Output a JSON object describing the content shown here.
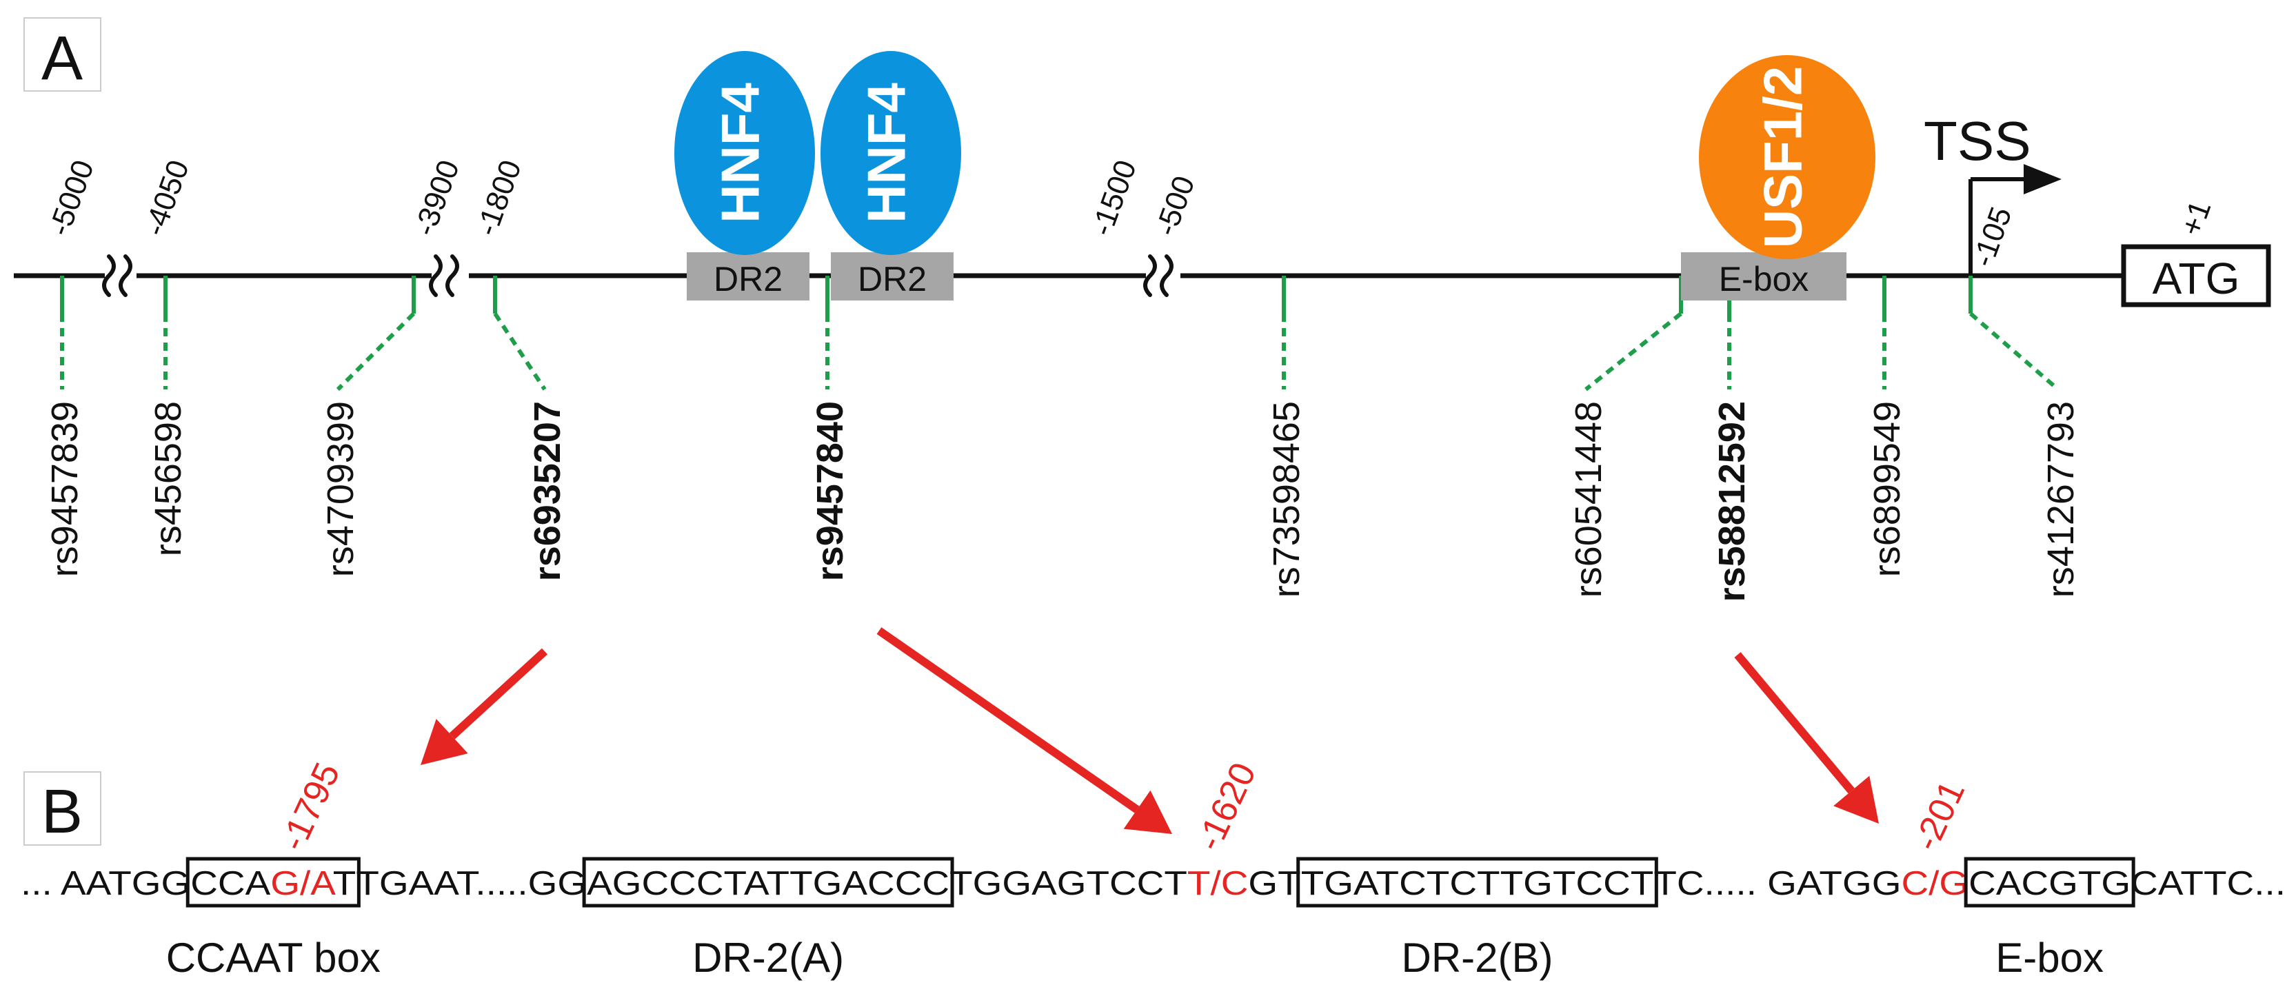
{
  "panels": {
    "a_label": "A",
    "b_label": "B"
  },
  "colors": {
    "hnf4": "#0b93dd",
    "usf": "#f7820e",
    "box": "#a6a6a6",
    "snp_line": "#1e9e4a",
    "variant": "#e52521",
    "arrow": "#e52521",
    "text": "#111111"
  },
  "promoter": {
    "positions": [
      {
        "id": "p5000",
        "text": "-5000"
      },
      {
        "id": "p4050",
        "text": "-4050"
      },
      {
        "id": "p3900",
        "text": "-3900"
      },
      {
        "id": "p1800",
        "text": "-1800"
      },
      {
        "id": "p1500",
        "text": "-1500"
      },
      {
        "id": "p500",
        "text": "-500"
      },
      {
        "id": "p105",
        "text": "-105"
      },
      {
        "id": "p1",
        "text": "+1"
      }
    ],
    "elements": [
      {
        "id": "dr2-left",
        "text": "DR2"
      },
      {
        "id": "dr2-right",
        "text": "DR2"
      },
      {
        "id": "ebox",
        "text": "E-box"
      }
    ],
    "factors": [
      {
        "id": "hnf4-left",
        "text": "HNF4"
      },
      {
        "id": "hnf4-right",
        "text": "HNF4"
      },
      {
        "id": "usf",
        "text": "USF1/2"
      }
    ],
    "tss_label": "TSS",
    "start_codon": "ATG"
  },
  "snps": [
    {
      "id": "rs9457839",
      "text": "rs9457839",
      "bold": false
    },
    {
      "id": "rs456598",
      "text": "rs456598",
      "bold": false
    },
    {
      "id": "rs4709399",
      "text": "rs4709399",
      "bold": false
    },
    {
      "id": "rs6935207",
      "text": "rs6935207",
      "bold": true
    },
    {
      "id": "rs9457840",
      "text": "rs9457840",
      "bold": true
    },
    {
      "id": "rs73598465",
      "text": "rs73598465",
      "bold": false
    },
    {
      "id": "rs60541448",
      "text": "rs60541448",
      "bold": false
    },
    {
      "id": "rs58812592",
      "text": "rs58812592",
      "bold": true
    },
    {
      "id": "rs6899549",
      "text": "rs6899549",
      "bold": false
    },
    {
      "id": "rs41267793",
      "text": "rs41267793",
      "bold": false
    }
  ],
  "sequence": {
    "segments": [
      {
        "id": "s1",
        "text": "... AATGG",
        "variant": false
      },
      {
        "id": "s2",
        "text": "CCA",
        "variant": false
      },
      {
        "id": "s3",
        "text": "G/A",
        "variant": true
      },
      {
        "id": "s4",
        "text": "T",
        "variant": false
      },
      {
        "id": "s5",
        "text": "TGAAT",
        "variant": false
      },
      {
        "id": "s6",
        "text": ".....GG",
        "variant": false
      },
      {
        "id": "s7",
        "text": "AGCCCTATTGACCC",
        "variant": false
      },
      {
        "id": "s8",
        "text": "TGGAGTCCT",
        "variant": false
      },
      {
        "id": "s9",
        "text": "T/C",
        "variant": true
      },
      {
        "id": "s10",
        "text": "GT",
        "variant": false
      },
      {
        "id": "s11",
        "text": "TGATCTCTTGTCCT",
        "variant": false
      },
      {
        "id": "s12",
        "text": "TC",
        "variant": false
      },
      {
        "id": "s13",
        "text": "..... GATGG",
        "variant": false
      },
      {
        "id": "s14",
        "text": "C/G",
        "variant": true
      },
      {
        "id": "s15",
        "text": "CACGTG",
        "variant": false
      },
      {
        "id": "s16",
        "text": "CATTC...",
        "variant": false
      }
    ],
    "variant_positions": [
      {
        "id": "v1795",
        "text": "-1795"
      },
      {
        "id": "v1620",
        "text": "-1620"
      },
      {
        "id": "v201",
        "text": "-201"
      }
    ],
    "motifs": [
      {
        "id": "ccaat",
        "text": "CCAAT box"
      },
      {
        "id": "dr2a",
        "text": "DR-2(A)"
      },
      {
        "id": "dr2b",
        "text": "DR-2(B)"
      },
      {
        "id": "ebox-seq",
        "text": "E-box"
      }
    ]
  }
}
